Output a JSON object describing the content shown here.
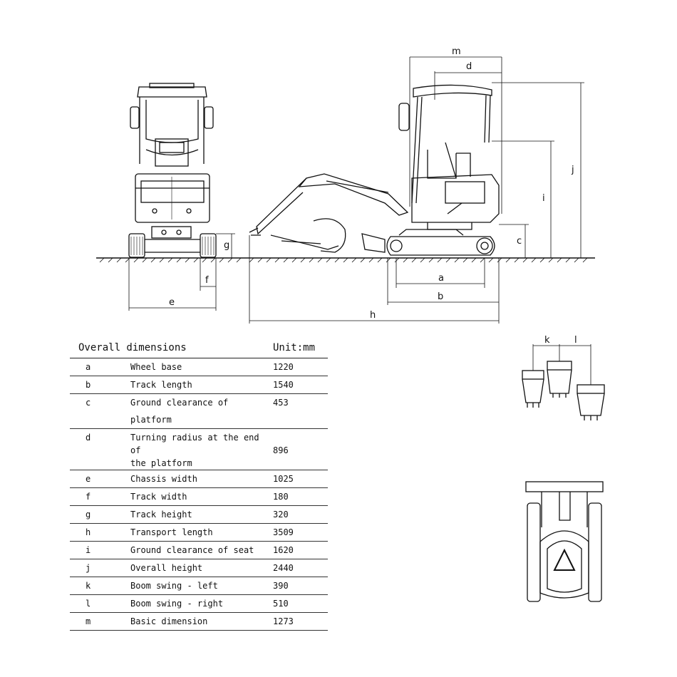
{
  "table": {
    "title": "Overall dimensions",
    "unit": "Unit:mm",
    "rows": [
      {
        "key": "a",
        "name": "Wheel base",
        "value": "1220"
      },
      {
        "key": "b",
        "name": "Track length",
        "value": "1540"
      },
      {
        "key": "c",
        "name": "Ground clearance of platform",
        "value": "453"
      },
      {
        "key": "d",
        "name_line1": "Turning radius at the end of",
        "name_line2": "the platform",
        "value": "896"
      },
      {
        "key": "e",
        "name": "Chassis width",
        "value": "1025"
      },
      {
        "key": "f",
        "name": "Track width",
        "value": "180"
      },
      {
        "key": "g",
        "name": "Track height",
        "value": "320"
      },
      {
        "key": "h",
        "name": "Transport length",
        "value": "3509"
      },
      {
        "key": "i",
        "name": "Ground clearance of seat",
        "value": "1620"
      },
      {
        "key": "j",
        "name": "Overall height",
        "value": "2440"
      },
      {
        "key": "k",
        "name": "Boom swing - left",
        "value": "390"
      },
      {
        "key": "l",
        "name": "Boom swing - right",
        "value": "510"
      },
      {
        "key": "m",
        "name": "Basic dimension",
        "value": "1273"
      }
    ]
  },
  "dimension_letters": {
    "a": "a",
    "b": "b",
    "c": "c",
    "d": "d",
    "e": "e",
    "f": "f",
    "g": "g",
    "h": "h",
    "i": "i",
    "j": "j",
    "k": "k",
    "l": "l",
    "m": "m"
  }
}
